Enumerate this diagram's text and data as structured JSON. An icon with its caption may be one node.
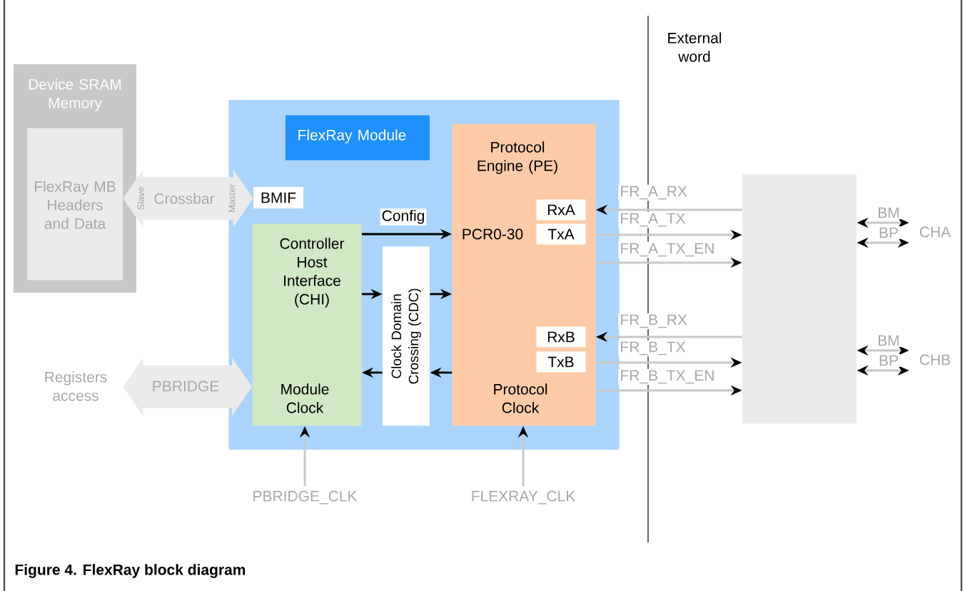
{
  "diagram": {
    "caption": "Figure 4. FlexRay block diagram",
    "nodes": [
      {
        "text": [
          "Device SRAM Memory"
        ]
      },
      {
        "text": [
          "FlexRay MB Headers and Data"
        ],
        "in": 0
      },
      {
        "text": [],
        "shape": "box"
      },
      {
        "text": [
          "FlexRay Module"
        ],
        "in": 2
      },
      {
        "text": [
          "BMIF"
        ],
        "in": 2
      },
      {
        "text": [
          "Controller Host Interface (CHI)",
          "Module Clock"
        ],
        "in": 2
      },
      {
        "text": [
          "Clock Domain Crossing (CDC)"
        ],
        "in": 2
      },
      {
        "text": [
          "Protocol Engine (PE)",
          "PCR0-30",
          "Protocol Clock"
        ],
        "in": 2
      },
      {
        "text": [
          "RxA"
        ],
        "in": 7
      },
      {
        "text": [
          "TxA"
        ],
        "in": 7
      },
      {
        "text": [
          "RxB"
        ],
        "in": 7
      },
      {
        "text": [
          "TxB"
        ],
        "in": 7
      },
      {
        "text": [],
        "shape": "box"
      },
      {
        "text": [
          "Registers access"
        ]
      },
      {
        "text": [
          "PBRIDGE_CLK"
        ]
      },
      {
        "text": [
          "FLEXRAY_CLK"
        ]
      },
      {
        "text": [
          "CHA"
        ]
      },
      {
        "text": [
          "CHB"
        ]
      }
    ],
    "edges": [
      {
        "from": 1,
        "to": 4,
        "arrow": "both",
        "label": "Crossbar",
        "style": "thick",
        "color": "#ebebeb"
      },
      {
        "from": 13,
        "to": 5,
        "arrow": "both",
        "label": "PBRIDGE",
        "style": "thick",
        "color": "#ebebeb"
      },
      {
        "from": 5,
        "to": 7,
        "arrow": "to",
        "label": "Config",
        "color": "#000000"
      },
      {
        "from": 5,
        "to": 6,
        "arrow": "to",
        "color": "#000000"
      },
      {
        "from": 6,
        "to": 7,
        "arrow": "to",
        "color": "#000000"
      },
      {
        "from": 7,
        "to": 6,
        "arrow": "to",
        "color": "#000000"
      },
      {
        "from": 6,
        "to": 5,
        "arrow": "to",
        "color": "#000000"
      },
      {
        "from": 14,
        "to": 5,
        "arrow": "to",
        "color": "#c8c8c8"
      },
      {
        "from": 15,
        "to": 7,
        "arrow": "to",
        "color": "#c8c8c8"
      },
      {
        "from": 12,
        "to": 7,
        "arrow": "to",
        "label": "FR_A_RX",
        "color": "#c8c8c8"
      },
      {
        "from": 7,
        "to": 12,
        "arrow": "to",
        "label": "FR_A_TX",
        "color": "#c8c8c8"
      },
      {
        "from": 7,
        "to": 12,
        "arrow": "to",
        "label": "FR_A_TX_EN",
        "color": "#c8c8c8"
      },
      {
        "from": 12,
        "to": 7,
        "arrow": "to",
        "label": "FR_B_RX",
        "color": "#c8c8c8"
      },
      {
        "from": 7,
        "to": 12,
        "arrow": "to",
        "label": "FR_B_TX",
        "color": "#c8c8c8"
      },
      {
        "from": 7,
        "to": 12,
        "arrow": "to",
        "label": "FR_B_TX_EN",
        "color": "#c8c8c8"
      },
      {
        "from": 12,
        "to": 16,
        "arrow": "both",
        "label": "BM",
        "color": "#c8c8c8"
      },
      {
        "from": 12,
        "to": 16,
        "arrow": "both",
        "label": "BP",
        "color": "#c8c8c8"
      },
      {
        "from": 12,
        "to": 17,
        "arrow": "both",
        "label": "BM",
        "color": "#c8c8c8"
      },
      {
        "from": 12,
        "to": 17,
        "arrow": "both",
        "label": "BP",
        "color": "#c8c8c8"
      }
    ],
    "labels": [
      "External word",
      "Slave",
      "Master"
    ]
  }
}
